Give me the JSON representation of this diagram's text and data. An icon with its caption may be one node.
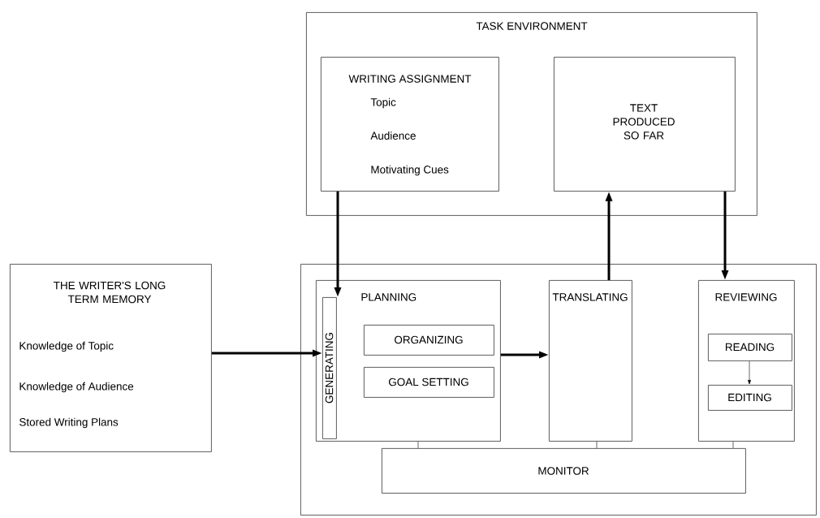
{
  "diagram": {
    "nodes": [
      {
        "text": [
          "TASK ENVIRONMENT"
        ]
      },
      {
        "text": [
          "WRITING ASSIGNMENT",
          "Topic",
          "Audience",
          "Motivating Cues"
        ],
        "in": 0
      },
      {
        "text": [
          "TEXT PRODUCED SO FAR"
        ],
        "in": 0
      },
      {
        "text": [
          "THE WRITER'S LONG TERM MEMORY",
          "Knowledge of Topic",
          "Knowledge of Audience",
          "Stored Writing Plans"
        ]
      },
      {
        "text": [],
        "shape": "box"
      },
      {
        "text": [
          "PLANNING"
        ],
        "in": 4
      },
      {
        "text": [
          "GENERATING"
        ],
        "in": 5
      },
      {
        "text": [
          "ORGANIZING"
        ],
        "in": 5
      },
      {
        "text": [
          "GOAL SETTING"
        ],
        "in": 5
      },
      {
        "text": [
          "TRANSLATING"
        ],
        "in": 4
      },
      {
        "text": [
          "REVIEWING"
        ],
        "in": 4
      },
      {
        "text": [
          "READING"
        ],
        "in": 10
      },
      {
        "text": [
          "EDITING"
        ],
        "in": 10
      },
      {
        "text": [
          "MONITOR"
        ],
        "in": 4
      }
    ],
    "edges": [
      {
        "from": 1,
        "to": 6,
        "arrow": "to"
      },
      {
        "from": 9,
        "to": 2,
        "arrow": "to"
      },
      {
        "from": 2,
        "to": 10,
        "arrow": "to"
      },
      {
        "from": 3,
        "to": 6,
        "arrow": "to"
      },
      {
        "from": 5,
        "to": 9,
        "arrow": "to"
      },
      {
        "from": 11,
        "to": 12,
        "arrow": "to"
      },
      {
        "from": 5,
        "to": 13,
        "arrow": "none"
      },
      {
        "from": 9,
        "to": 13,
        "arrow": "none"
      },
      {
        "from": 10,
        "to": 13,
        "arrow": "none"
      }
    ]
  }
}
